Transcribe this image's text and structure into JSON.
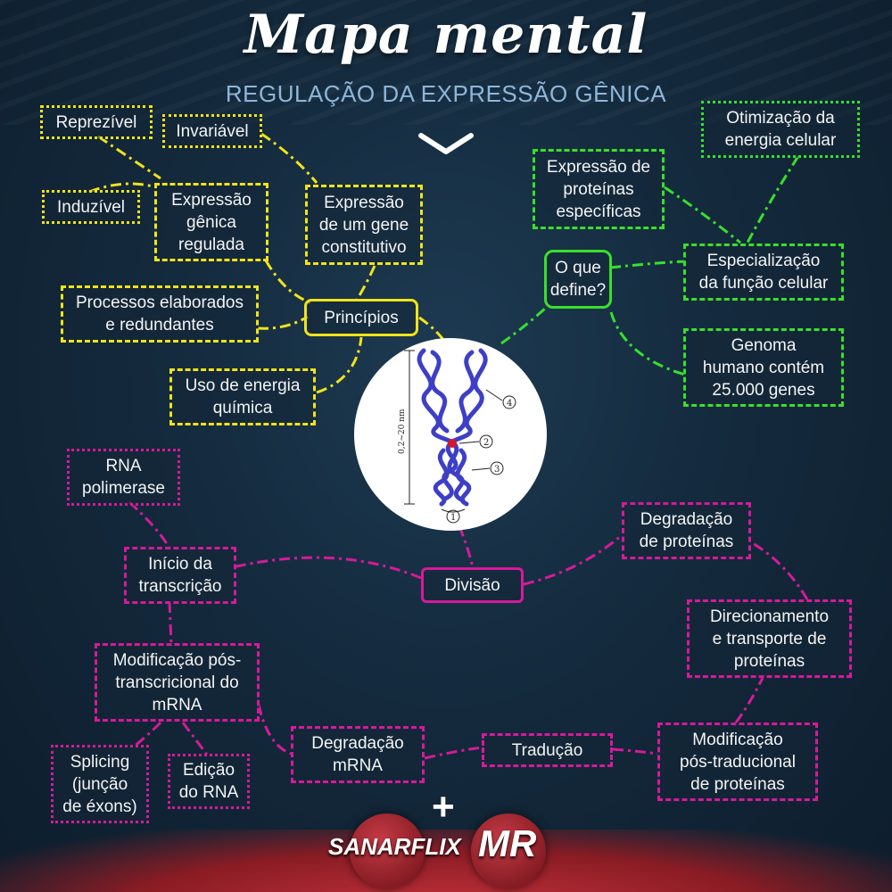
{
  "title": "Mapa mental",
  "subtitle": "REGULAÇÃO DA EXPRESSÃO GÊNICA",
  "yellow": {
    "reprezivel": "Reprezível",
    "invariavel": "Invariável",
    "induzivel": "Induzível",
    "expressao_regulada": "Expressão\ngênica\nregulada",
    "expressao_constitutivo": "Expressão\nde um gene\nconstitutivo",
    "processos": "Processos elaborados\ne redundantes",
    "principios": "Princípios",
    "uso_energia": "Uso de energia\nquímica"
  },
  "green": {
    "otimizacao": "Otimização da\nenergia celular",
    "expressao_proteinas": "Expressão de\nproteínas\nespecíficas",
    "o_que_define": "O que\ndefine?",
    "especializacao": "Especialização\nda função celular",
    "genoma": "Genoma\nhumano contém\n25.000 genes"
  },
  "magenta": {
    "rna_polimerase": "RNA\npolimerase",
    "inicio_transcricao": "Início da\ntranscrição",
    "divisao": "Divisão",
    "degradacao_proteinas": "Degradação\nde proteínas",
    "direcionamento": "Direcionamento\ne transporte de\nproteínas",
    "modificacao_pos_transcricional": "Modificação pós-\ntranscricional do\nmRNA",
    "degradacao_mrna": "Degradação\nmRNA",
    "traducao": "Tradução",
    "modificacao_pos_traducional": "Modificação\npós-traducional\nde proteínas",
    "splicing": "Splicing\n(junção\nde éxons)",
    "edicao_rna": "Edição\ndo RNA"
  },
  "chromosome": {
    "scale_label": "0,2~20 nm",
    "markers": [
      "1",
      "2",
      "3",
      "4"
    ]
  },
  "logos": {
    "sanarflix": "SANARFLIX",
    "plus": "+",
    "mr": "MR"
  },
  "colors": {
    "yellow": "#f0e31a",
    "green": "#38e02c",
    "magenta": "#d61a9a",
    "subtitle": "#8fb6d9"
  }
}
